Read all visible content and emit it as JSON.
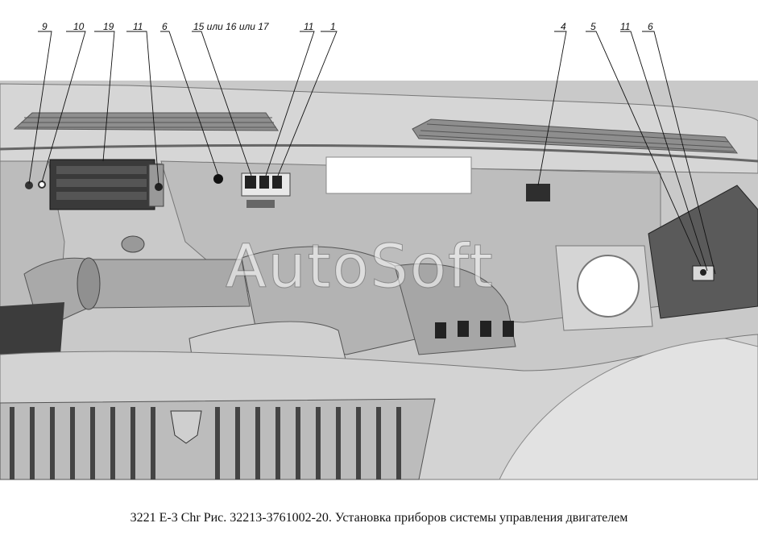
{
  "callouts": [
    {
      "id": "c9",
      "label": "9"
    },
    {
      "id": "c10",
      "label": "10"
    },
    {
      "id": "c19",
      "label": "19"
    },
    {
      "id": "c11a",
      "label": "11"
    },
    {
      "id": "c6a",
      "label": "6"
    },
    {
      "id": "c15",
      "label": "15 или 16 или 17"
    },
    {
      "id": "c11b",
      "label": "11"
    },
    {
      "id": "c1",
      "label": "1"
    },
    {
      "id": "c4",
      "label": "4"
    },
    {
      "id": "c5",
      "label": "5"
    },
    {
      "id": "c11c",
      "label": "11"
    },
    {
      "id": "c6b",
      "label": "6"
    }
  ],
  "watermark": "AutoSoft",
  "caption": "3221 Е-3 Chr Рис. 32213-3761002-20. Установка приборов системы управления двигателем",
  "colors": {
    "metal": "#cfcfcf",
    "shadow": "#8a8a8a",
    "dark": "#2b2b2b",
    "background": "#ffffff"
  }
}
